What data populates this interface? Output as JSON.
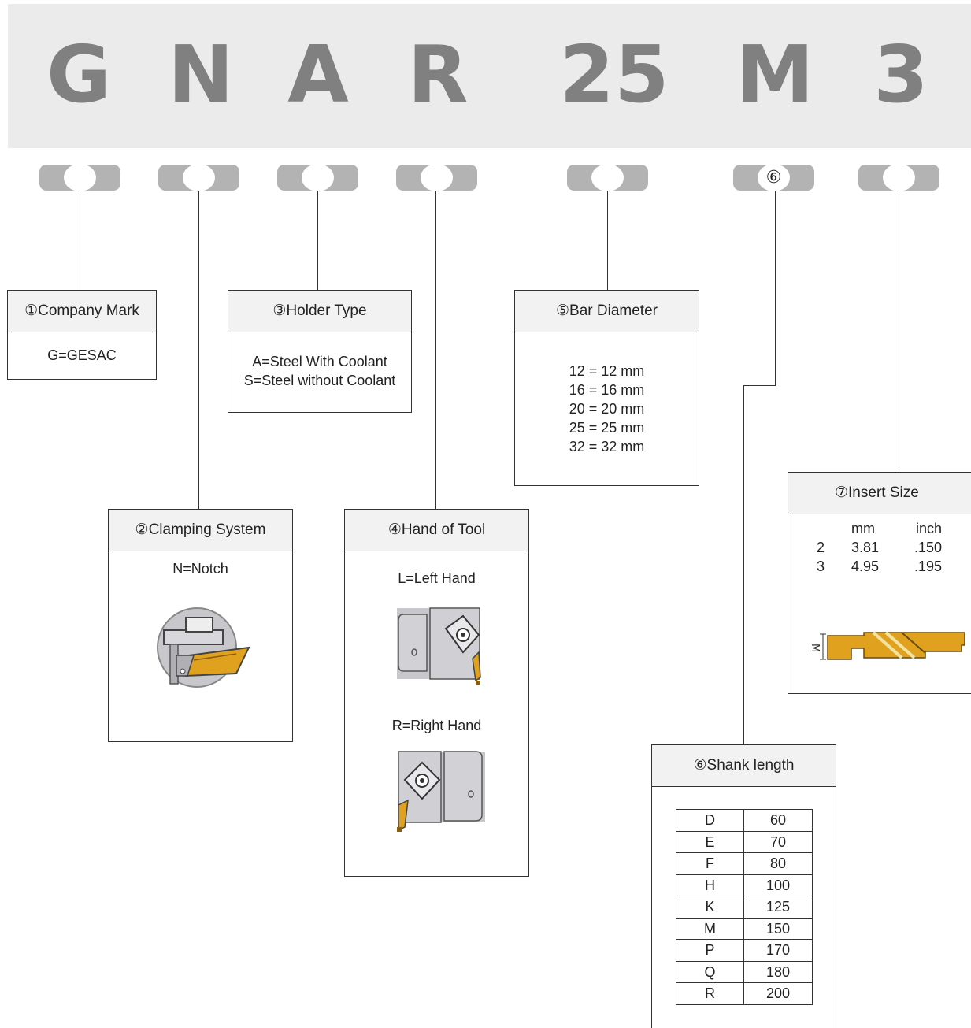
{
  "code": {
    "letters": [
      "G",
      "N",
      "A",
      "R",
      "25",
      "M",
      "3"
    ]
  },
  "markers": {
    "shank_marker": "⑥"
  },
  "boxes": {
    "company": {
      "title": "①Company Mark",
      "lines": [
        "G=GESAC"
      ]
    },
    "clamping": {
      "title": "②Clamping System",
      "lines": [
        "N=Notch"
      ],
      "image": "notch-clamp-illustration"
    },
    "holder": {
      "title": "③Holder Type",
      "lines": [
        "A=Steel With Coolant",
        "S=Steel without Coolant"
      ]
    },
    "hand": {
      "title": "④Hand of Tool",
      "left_label": "L=Left Hand",
      "right_label": "R=Right Hand",
      "left_image": "left-hand-tool-illustration",
      "right_image": "right-hand-tool-illustration"
    },
    "bar": {
      "title": "⑤Bar Diameter",
      "lines": [
        "12 = 12 mm",
        "16 = 16 mm",
        "20 = 20 mm",
        "25 = 25 mm",
        "32 = 32 mm"
      ]
    },
    "shank": {
      "title": "⑥Shank length",
      "rows": [
        [
          "D",
          "60"
        ],
        [
          "E",
          "70"
        ],
        [
          "F",
          "80"
        ],
        [
          "H",
          "100"
        ],
        [
          "K",
          "125"
        ],
        [
          "M",
          "150"
        ],
        [
          "P",
          "170"
        ],
        [
          "Q",
          "180"
        ],
        [
          "R",
          "200"
        ]
      ]
    },
    "insert": {
      "title": "⑦Insert Size",
      "headers": [
        "mm",
        "inch"
      ],
      "rows": [
        [
          "2",
          "3.81",
          ".150"
        ],
        [
          "3",
          "4.95",
          ".195"
        ]
      ],
      "dimension_label": "M",
      "image": "insert-profile-illustration"
    }
  },
  "colors": {
    "header_band": "#ebebeb",
    "code_text": "#808080",
    "pill": "#b3b3b3",
    "insert_gold": "#e0a21e",
    "tool_gray": "#c8c8cc"
  }
}
